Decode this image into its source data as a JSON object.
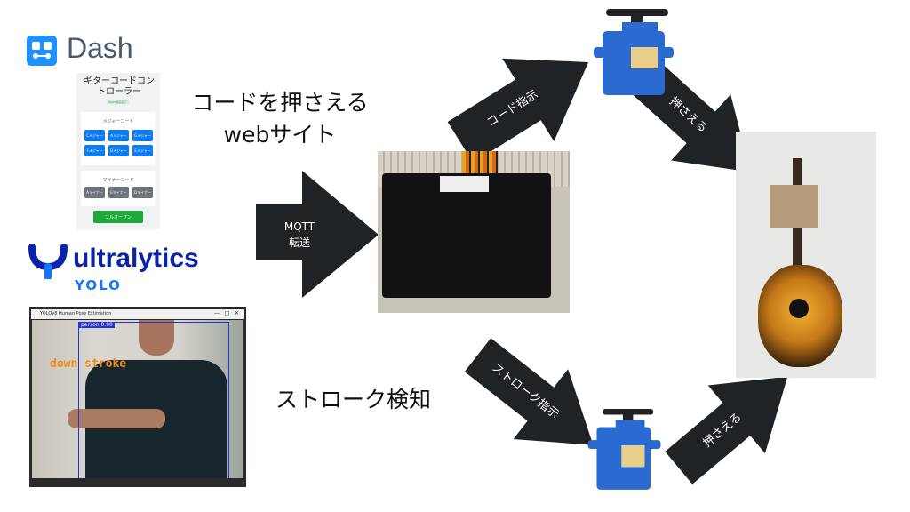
{
  "dash_logo": {
    "text": "Dash",
    "color": "#4a5a6c",
    "icon_color": "#1e90ff"
  },
  "website_mock": {
    "title": "ギターコードコントローラー",
    "status": "MQTT接続完了",
    "major_heading": "メジャーコード",
    "major_buttons": [
      "Cメジャー",
      "Aメジャー",
      "Gメジャー",
      "Fメジャー",
      "Dメジャー",
      "Eメジャー"
    ],
    "minor_heading": "マイナーコード",
    "minor_buttons": [
      "Aマイナー",
      "Eマイナー",
      "Dマイナー"
    ],
    "open_button": "フルオープン",
    "colors": {
      "major": "#0d7bf2",
      "minor": "#6c737b",
      "open": "#1fa83c"
    }
  },
  "website_caption": [
    "コードを押さえる",
    "webサイト"
  ],
  "ultralytics_logo": {
    "text": "ultralytics",
    "sub": "YOLO",
    "color": "#0b23a9",
    "sub_color": "#1476ff"
  },
  "yolo_window": {
    "title": "YOLOv8 Human Pose Estimation",
    "detection": "person 0.90",
    "stroke_label": "down stroke"
  },
  "stroke_caption": "ストローク検知",
  "arrows": {
    "mqtt": "MQTT\n転送",
    "chord_command": "コード指示",
    "press_top": "押さえる",
    "stroke_command": "ストローク指示",
    "press_bottom": "押さえる"
  },
  "arrow_color": "#1f2326",
  "servo_color": "#2a6ad1"
}
